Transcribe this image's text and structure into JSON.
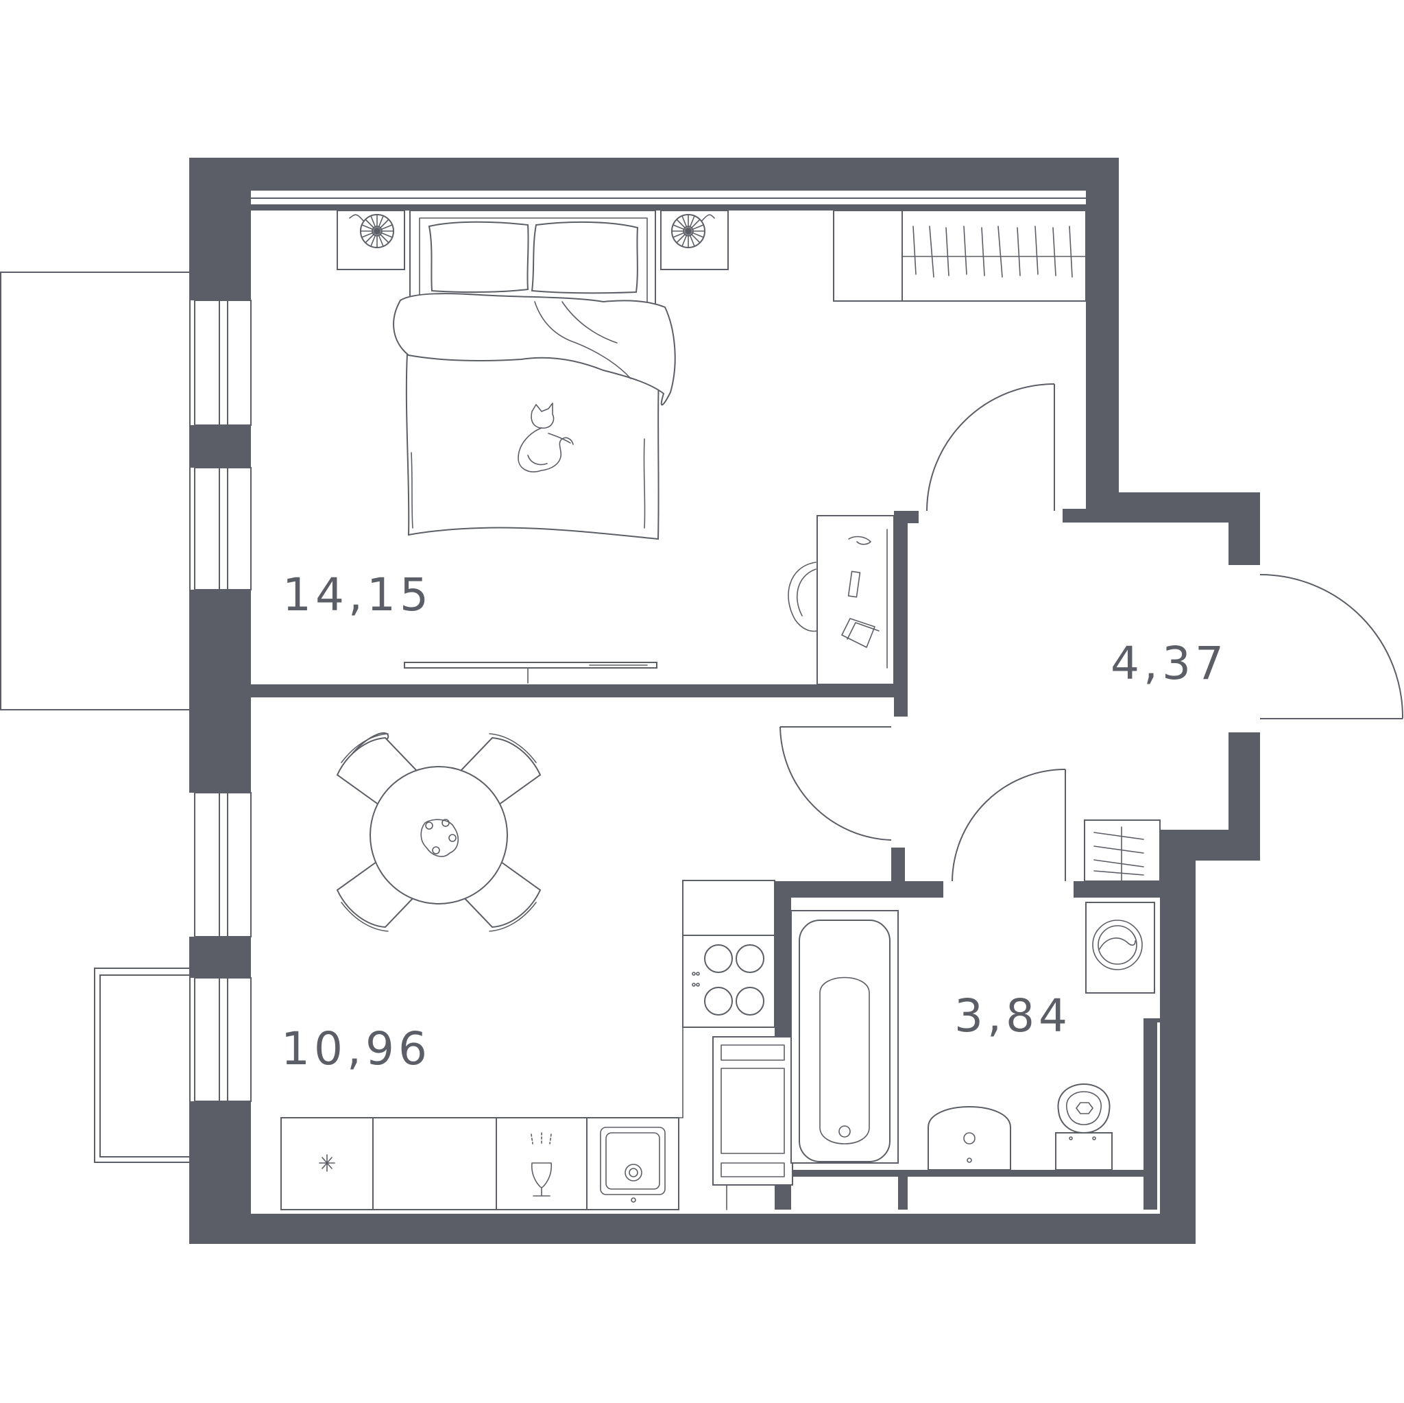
{
  "rooms": {
    "bedroom_area": "14,15",
    "hall_area": "4,37",
    "kitchen_area": "10,96",
    "bathroom_area": "3,84"
  },
  "colors": {
    "wall": "#5b5e66",
    "background": "#ffffff",
    "line": "#5b5e66"
  },
  "icons": [
    "bed-icon",
    "nightstand-lamp-icon",
    "wardrobe-icon",
    "desk-icon",
    "chair-icon",
    "tv-icon",
    "dining-table-icon",
    "dining-chair-icon",
    "stove-icon",
    "sink-icon",
    "fridge-icon",
    "bathtub-icon",
    "washbasin-icon",
    "toilet-icon",
    "washing-machine-icon",
    "door-icon",
    "window-icon",
    "balcony-icon",
    "cat-icon"
  ]
}
